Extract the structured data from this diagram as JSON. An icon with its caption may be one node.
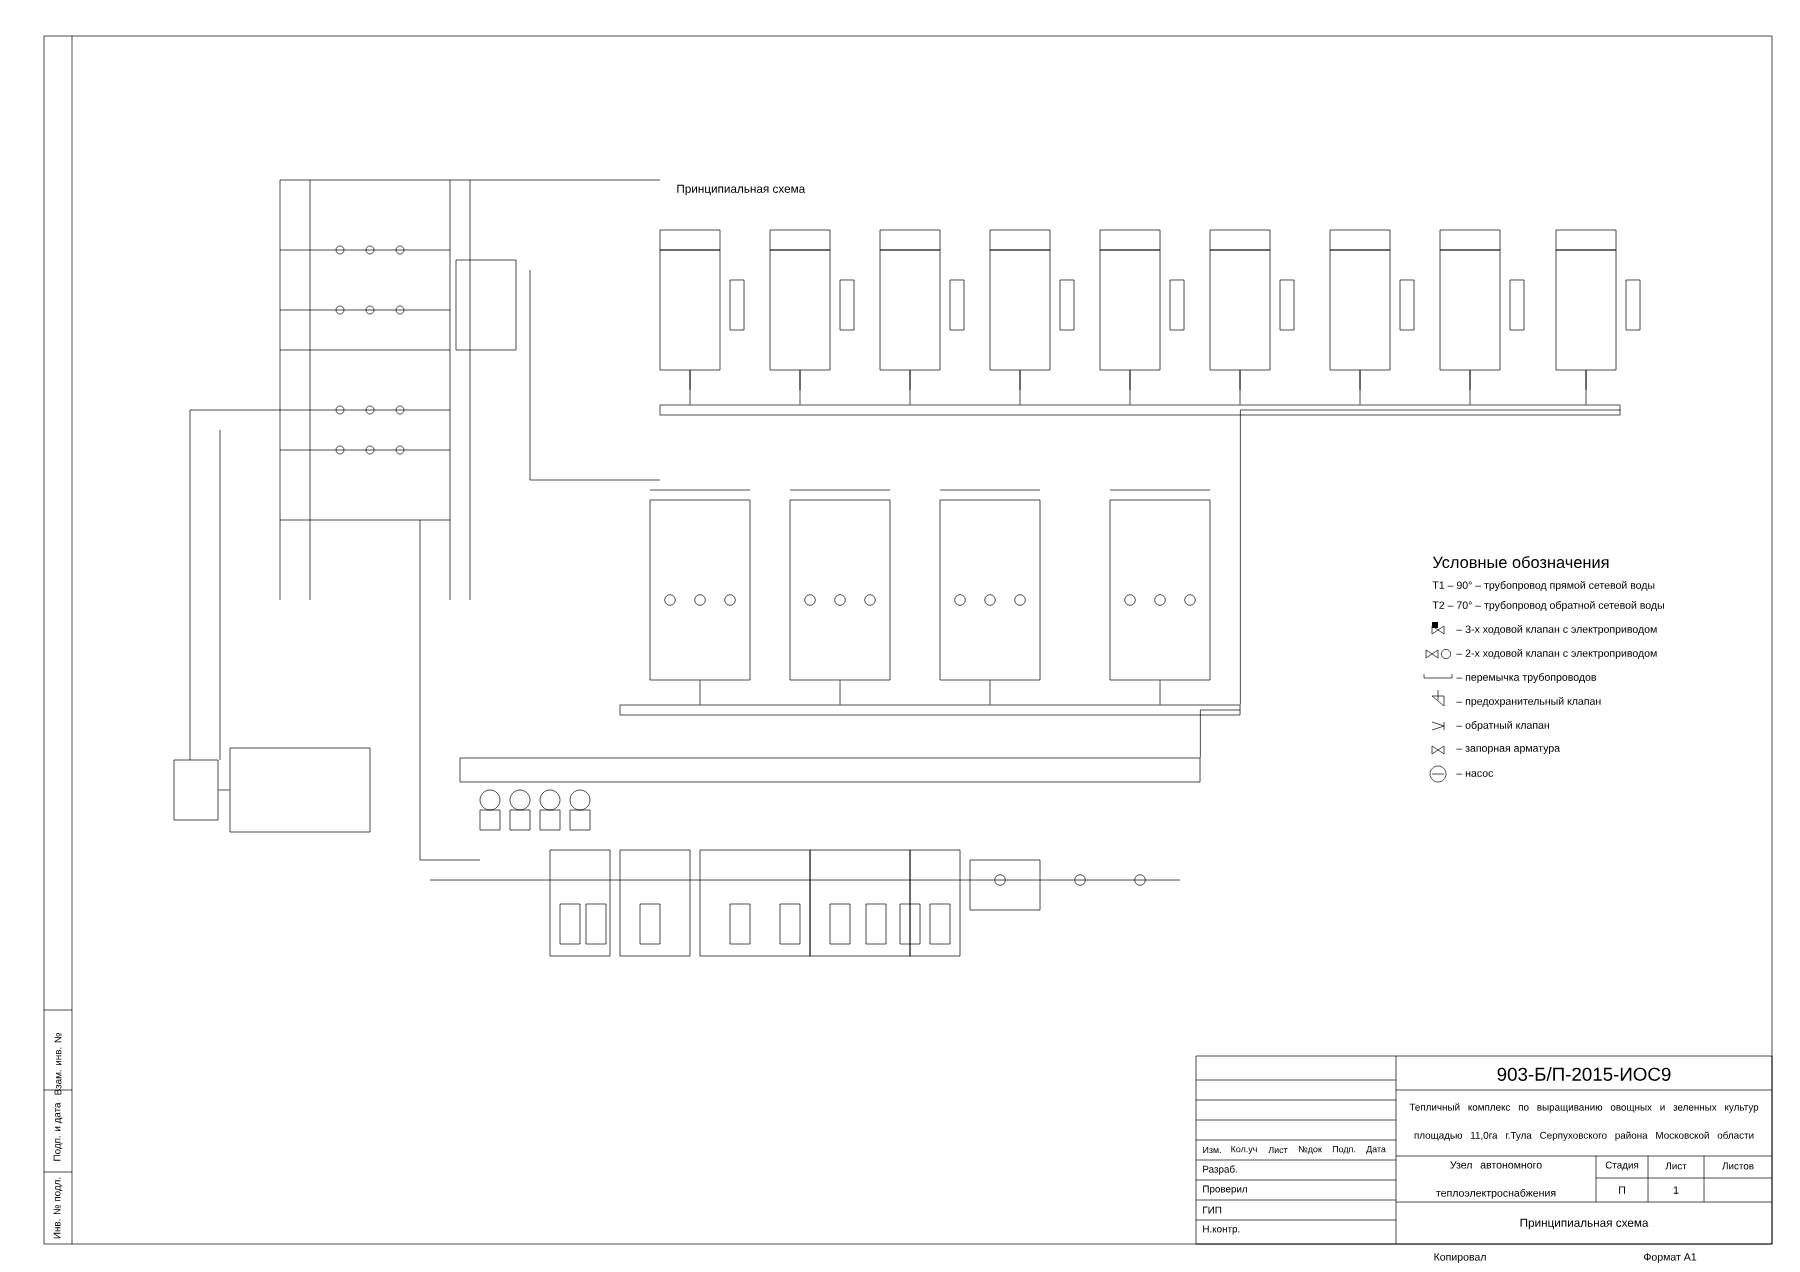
{
  "diagram": {
    "title": "Принципиальная схема",
    "nodes": [
      {
        "text": [],
        "shape": "box"
      },
      {
        "text": [],
        "shape": "box"
      },
      {
        "text": [],
        "shape": "box"
      },
      {
        "text": [],
        "shape": "box"
      },
      {
        "text": [],
        "shape": "box"
      },
      {
        "text": [],
        "shape": "box"
      },
      {
        "text": [],
        "shape": "box"
      },
      {
        "text": [],
        "shape": "box"
      },
      {
        "text": [],
        "shape": "box"
      },
      {
        "text": [],
        "shape": "bar"
      },
      {
        "text": [],
        "shape": "box"
      },
      {
        "text": [],
        "shape": "box"
      },
      {
        "text": [],
        "shape": "box"
      },
      {
        "text": [],
        "shape": "box"
      },
      {
        "text": [],
        "shape": "bar"
      },
      {
        "text": [],
        "shape": "bar"
      },
      {
        "text": [],
        "shape": "box"
      },
      {
        "text": [],
        "shape": "box"
      }
    ],
    "edges": [
      {
        "from": 0,
        "to": 9,
        "arrow": "none"
      },
      {
        "from": 1,
        "to": 9,
        "arrow": "none"
      },
      {
        "from": 2,
        "to": 9,
        "arrow": "none"
      },
      {
        "from": 3,
        "to": 9,
        "arrow": "none"
      },
      {
        "from": 4,
        "to": 9,
        "arrow": "none"
      },
      {
        "from": 5,
        "to": 9,
        "arrow": "none"
      },
      {
        "from": 6,
        "to": 9,
        "arrow": "none"
      },
      {
        "from": 7,
        "to": 9,
        "arrow": "none"
      },
      {
        "from": 8,
        "to": 9,
        "arrow": "none"
      },
      {
        "from": 9,
        "to": 14,
        "arrow": "none"
      },
      {
        "from": 10,
        "to": 14,
        "arrow": "none"
      },
      {
        "from": 11,
        "to": 14,
        "arrow": "none"
      },
      {
        "from": 12,
        "to": 14,
        "arrow": "none"
      },
      {
        "from": 13,
        "to": 14,
        "arrow": "none"
      },
      {
        "from": 14,
        "to": 15,
        "arrow": "none"
      },
      {
        "from": 17,
        "to": 16,
        "arrow": "none"
      }
    ],
    "labels": [
      "Условные обозначения",
      "903-Б/П-2015-ИОС9",
      "Тепличный комплекс по выращиванию овощных и зеленных культур площадью 11,0га г.Тула Серпуховского района Московской области",
      "Узел автономного теплоэлектроснабжения",
      "Стадия",
      "Лист",
      "Листов",
      "П",
      "1",
      "Принципиальная схема",
      "Изм.",
      "Кол.уч",
      "Лист",
      "№док",
      "Подп.",
      "Дата",
      "Разраб.",
      "Проверил",
      "ГИП",
      "Н.контр.",
      "Копировал",
      "Формат А1",
      "Взам. инв. №",
      "Подп. и дата",
      "Инв. № подл."
    ],
    "legend": [
      {
        "text": "Т1 – 90° – трубопровод прямой сетевой воды"
      },
      {
        "text": "Т2 – 70° – трубопровод обратной сетевой воды"
      },
      {
        "text": "– 3-х ходовой клапан с электроприводом"
      },
      {
        "text": "– 2-х ходовой клапан с электроприводом"
      },
      {
        "text": "– перемычка трубопроводов"
      },
      {
        "text": "– предохранительный клапан"
      },
      {
        "text": "– обратный клапан"
      },
      {
        "text": "– запорная арматура"
      },
      {
        "text": "– насос"
      }
    ]
  }
}
